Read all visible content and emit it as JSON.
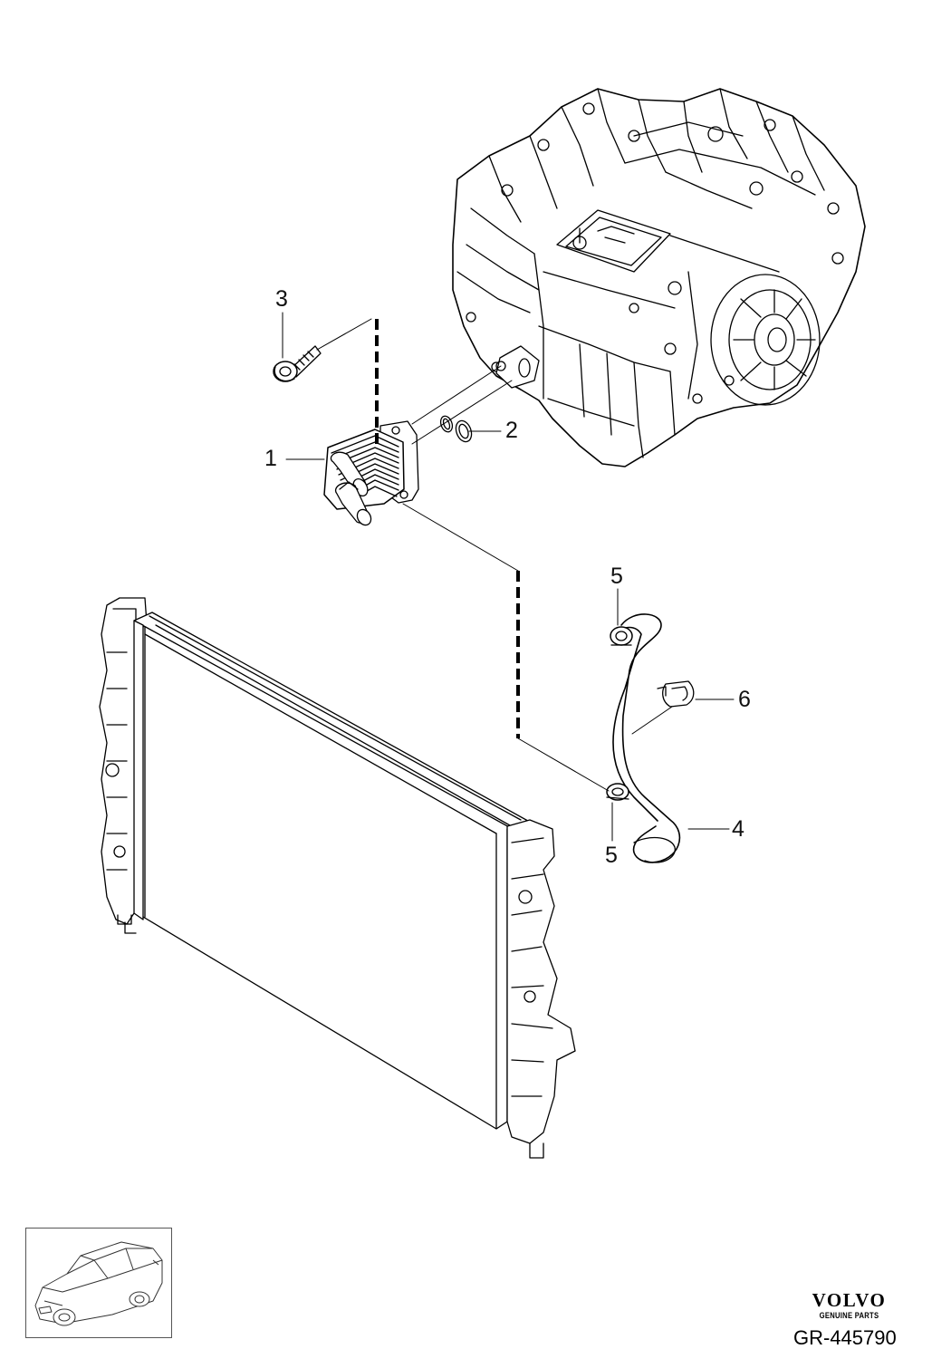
{
  "callouts": [
    {
      "id": "1",
      "label": "1"
    },
    {
      "id": "2",
      "label": "2"
    },
    {
      "id": "3",
      "label": "3"
    },
    {
      "id": "4",
      "label": "4"
    },
    {
      "id": "5a",
      "label": "5"
    },
    {
      "id": "5b",
      "label": "5"
    },
    {
      "id": "6",
      "label": "6"
    }
  ],
  "brand": {
    "name": "VOLVO",
    "tagline": "GENUINE PARTS"
  },
  "reference": "GR-445790",
  "icons": {
    "transmission": "transmission-icon",
    "oil-cooler": "oil-cooler-icon",
    "bolt": "bolt-icon",
    "seal": "seal-ring-icon",
    "radiator": "radiator-icon",
    "hose": "coolant-hose-icon",
    "clamp": "hose-clamp-icon",
    "clip": "clip-icon",
    "car": "car-wagon-icon"
  }
}
